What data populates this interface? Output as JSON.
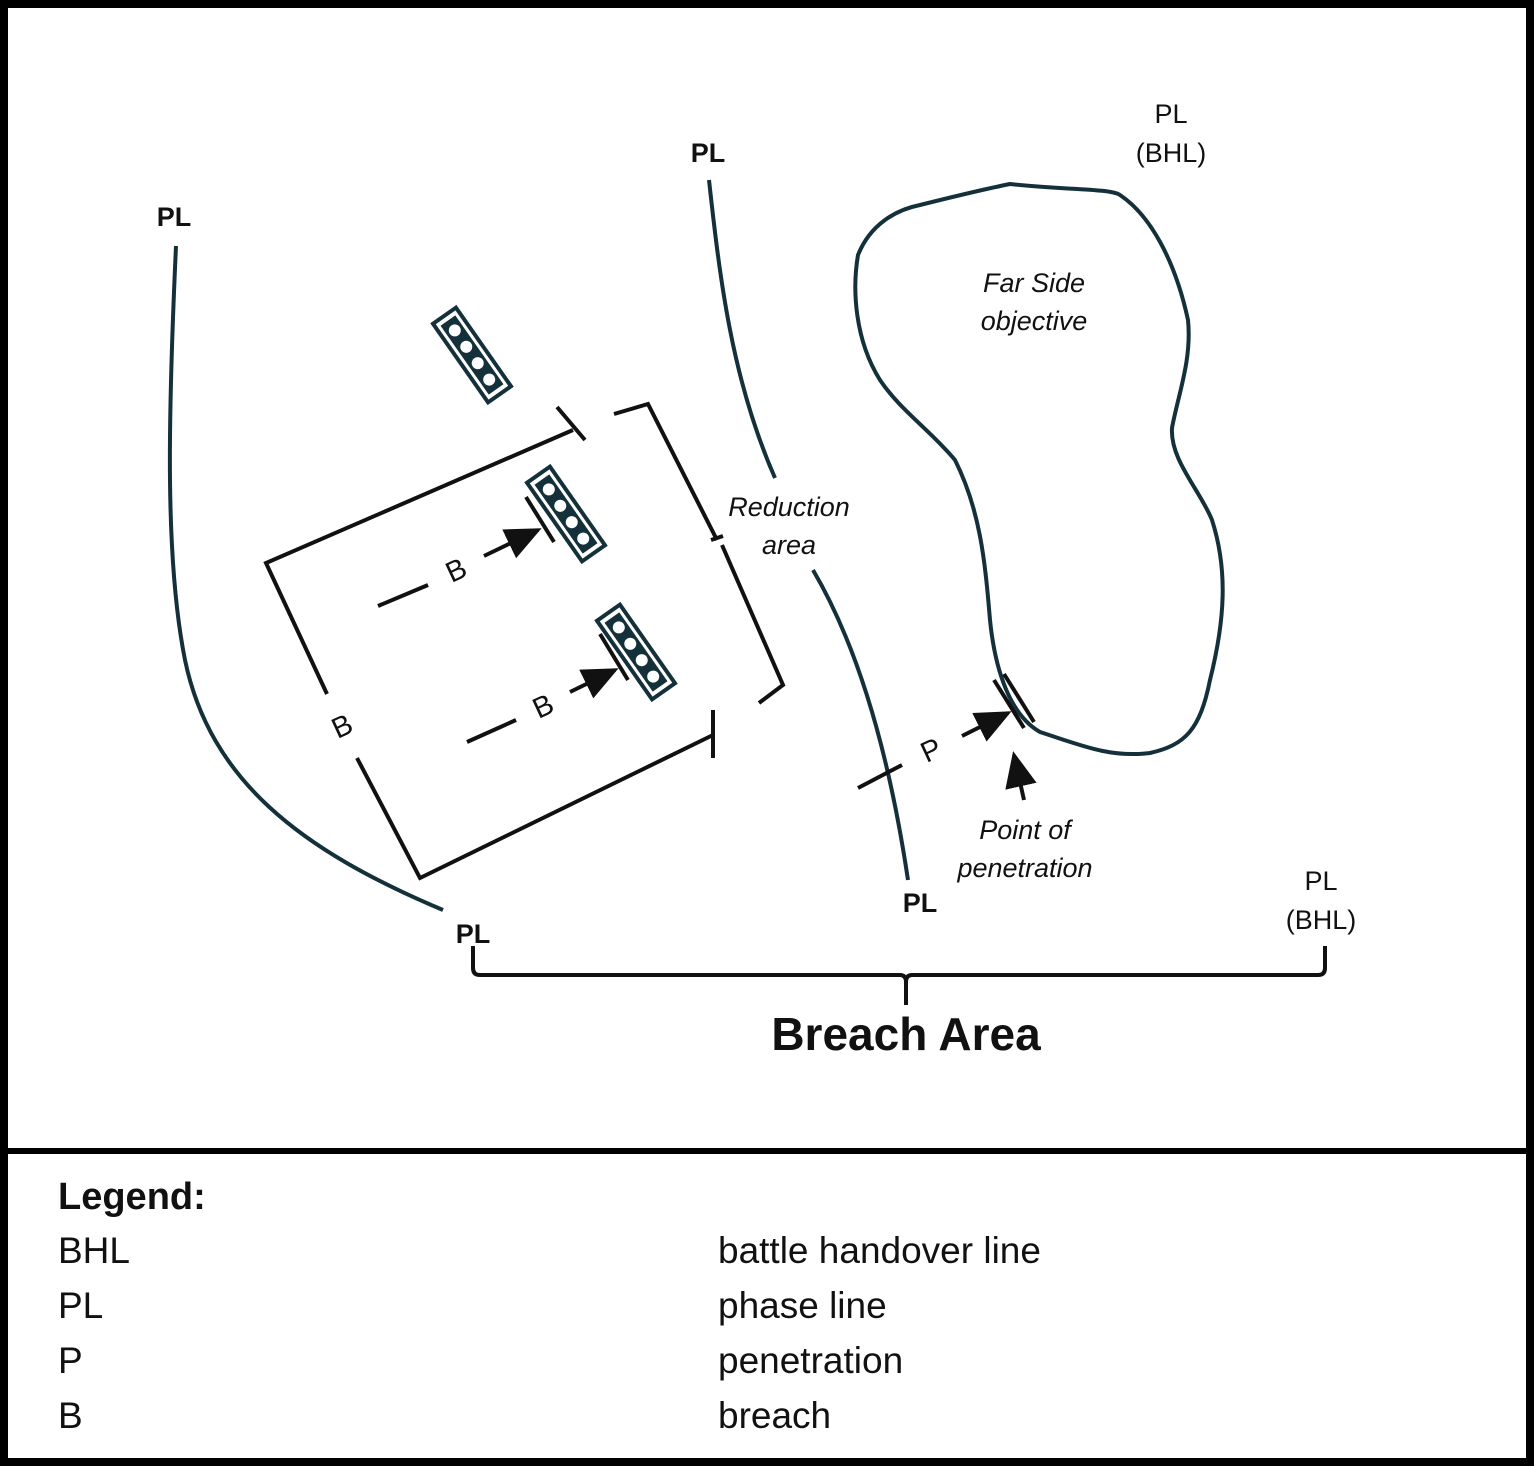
{
  "diagram": {
    "phase_line_labels": [
      "PL",
      "PL",
      "PL",
      "PL"
    ],
    "bhl_labels": [
      {
        "line1": "PL",
        "line2": "(BHL)"
      },
      {
        "line1": "PL",
        "line2": "(BHL)"
      }
    ],
    "objective_label": {
      "line1": "Far Side",
      "line2": "objective"
    },
    "reduction_label": {
      "line1": "Reduction",
      "line2": "area"
    },
    "penetration_point_label": {
      "line1": "Point of",
      "line2": "penetration"
    },
    "breach_letters": [
      "B",
      "B",
      "B"
    ],
    "penetration_letter": "P",
    "breach_area_title": "Breach Area",
    "line_color": "#14303a"
  },
  "legend": {
    "title": "Legend:",
    "items": [
      {
        "abbr": "BHL",
        "desc": "battle handover line"
      },
      {
        "abbr": "PL",
        "desc": "phase line"
      },
      {
        "abbr": "P",
        "desc": "penetration"
      },
      {
        "abbr": "B",
        "desc": "breach"
      }
    ]
  }
}
